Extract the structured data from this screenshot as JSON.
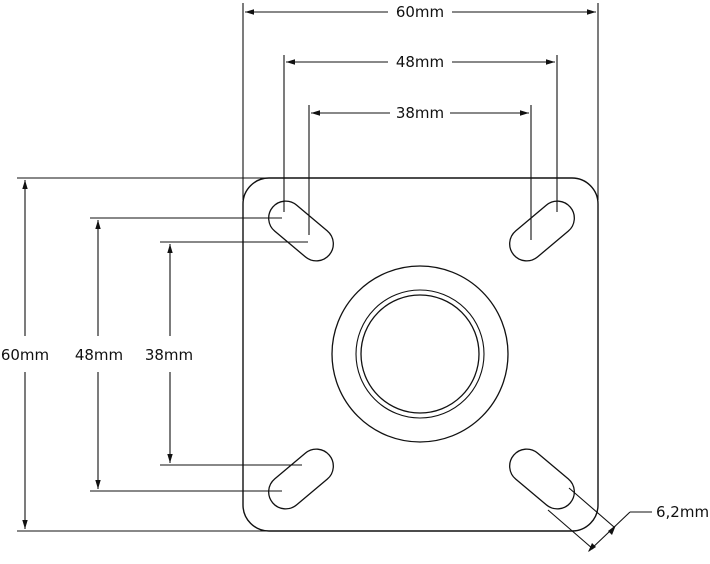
{
  "drawing": {
    "dimensions": {
      "top_outer": "60mm",
      "top_middle": "48mm",
      "top_inner": "38mm",
      "left_outer": "60mm",
      "left_middle": "48mm",
      "left_inner": "38mm",
      "slot_width": "6,2mm"
    },
    "colors": {
      "line": "#111111",
      "background": "#ffffff"
    }
  }
}
